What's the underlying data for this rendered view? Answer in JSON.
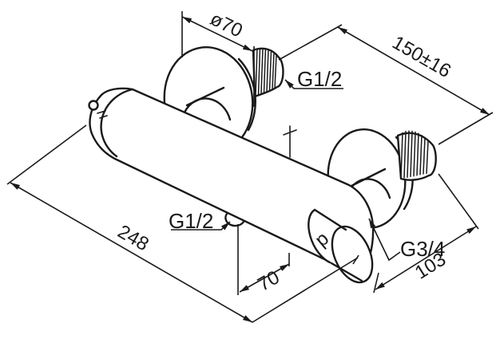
{
  "colors": {
    "background": "#ffffff",
    "ink": "#1a1a1a"
  },
  "diagram": {
    "labels": {
      "flange_diameter": "ø70",
      "connection_spread": "150±16",
      "top_thread": "G1/2",
      "body_length": "248",
      "bottom_thread": "G1/2",
      "outlet_offset": "70",
      "handle_thread": "G3/4",
      "mounting_depth": "103",
      "handle_mark": "p"
    }
  }
}
